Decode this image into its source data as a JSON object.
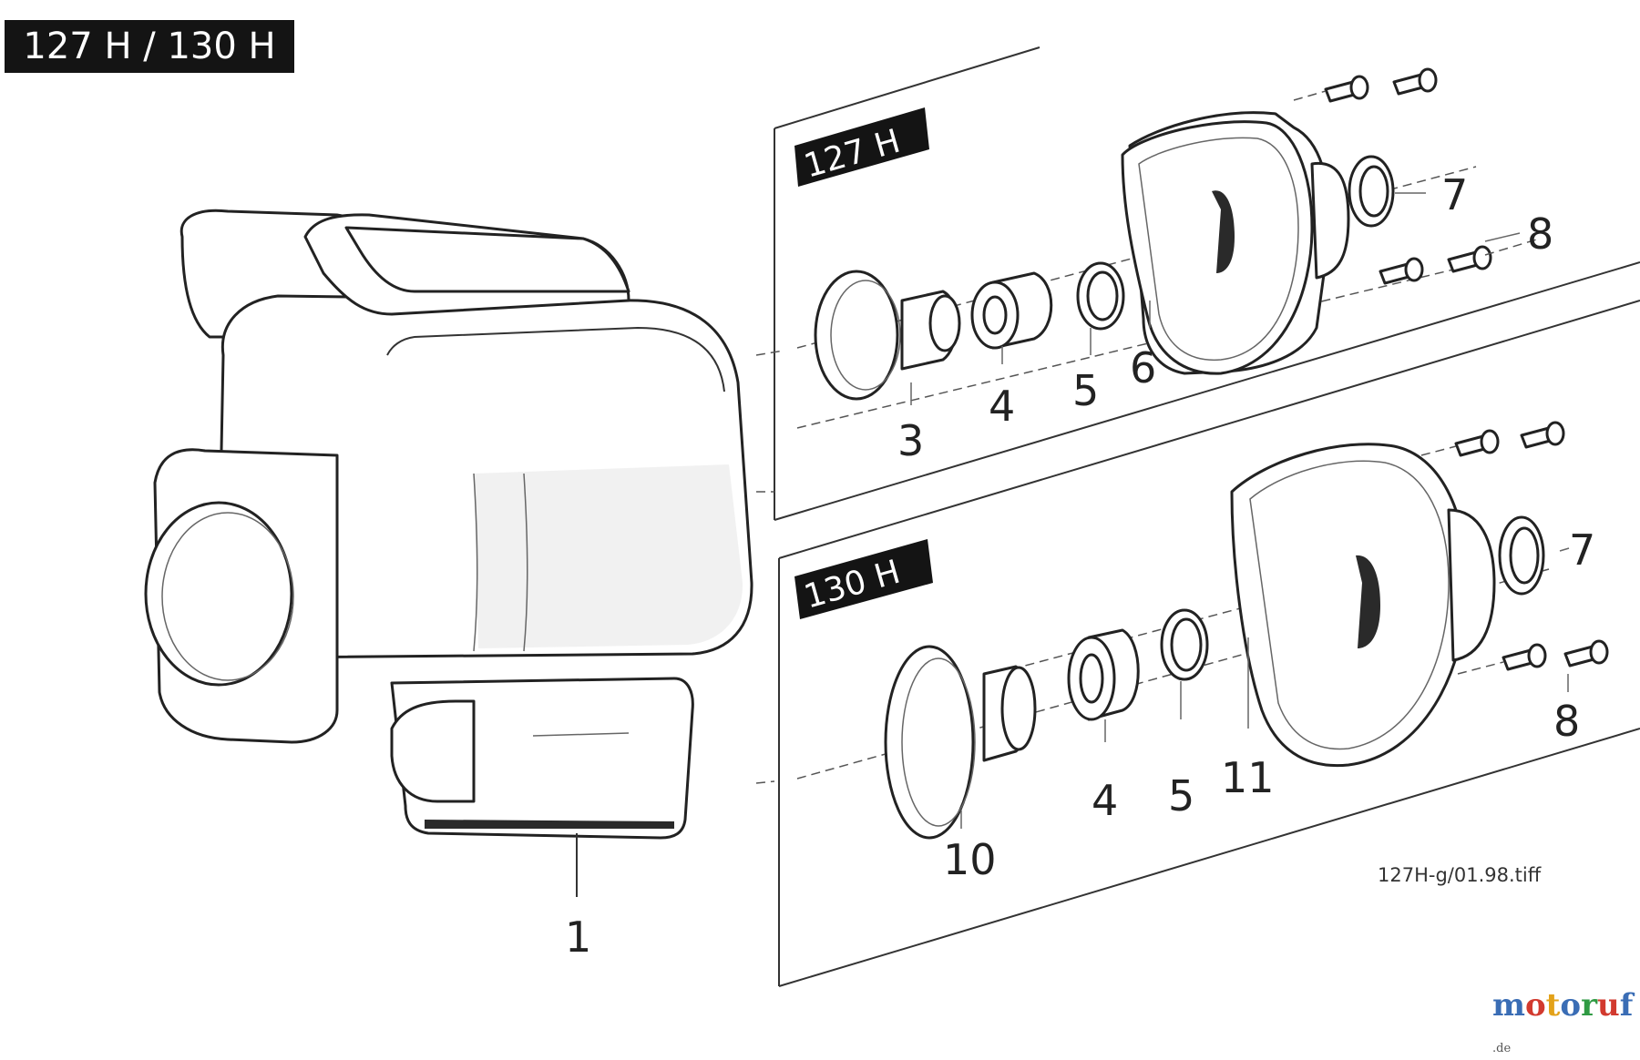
{
  "header": {
    "title": "127 H / 130 H"
  },
  "panels": [
    {
      "label": "127 H",
      "callouts": [
        "3",
        "4",
        "5",
        "6",
        "7",
        "8"
      ]
    },
    {
      "label": "130 H",
      "callouts": [
        "10",
        "4",
        "5",
        "11",
        "7",
        "8"
      ]
    }
  ],
  "main_callout": "1",
  "file_caption": "127H-g/01.98.tiff",
  "watermark": {
    "name": "motoruf",
    "tld": ".de",
    "colors": [
      "#3a6db5",
      "#d23a2f",
      "#e3a21a",
      "#3a6db5",
      "#2f9a43",
      "#d23a2f",
      "#3a6db5"
    ]
  }
}
